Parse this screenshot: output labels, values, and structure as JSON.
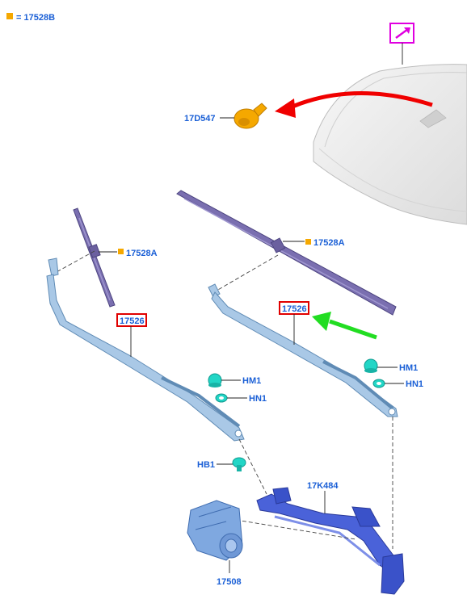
{
  "legend": {
    "symbol_label": "= 17528B",
    "symbol_color": "#f5a800"
  },
  "labels": {
    "sensor": "17D547",
    "blade_left": "17528A",
    "blade_right": "17528A",
    "arm_left": "17526",
    "arm_right": "17526",
    "cap_left": "HM1",
    "nut_left": "HN1",
    "cap_right": "HM1",
    "nut_right": "HN1",
    "bolt": "HB1",
    "linkage": "17K484",
    "motor": "17508"
  },
  "colors": {
    "label_text": "#1a5fd6",
    "highlight_box": "#e00000",
    "sensor_callout_box": "#e000e0",
    "red_arrow": "#f00000",
    "green_arrow": "#22dd22",
    "blade": "#7a6fb0",
    "arm": "#a9c8e6",
    "fastener": "#22d6c6",
    "linkage": "#4a62d9",
    "motor": "#7fa8e0",
    "sensor": "#f5a800",
    "glass": "#e9e9e9"
  },
  "icons": [
    "rain-sensor-icon",
    "windshield-glass",
    "wiper-blade",
    "wiper-arm",
    "wiper-motor",
    "wiper-linkage"
  ]
}
